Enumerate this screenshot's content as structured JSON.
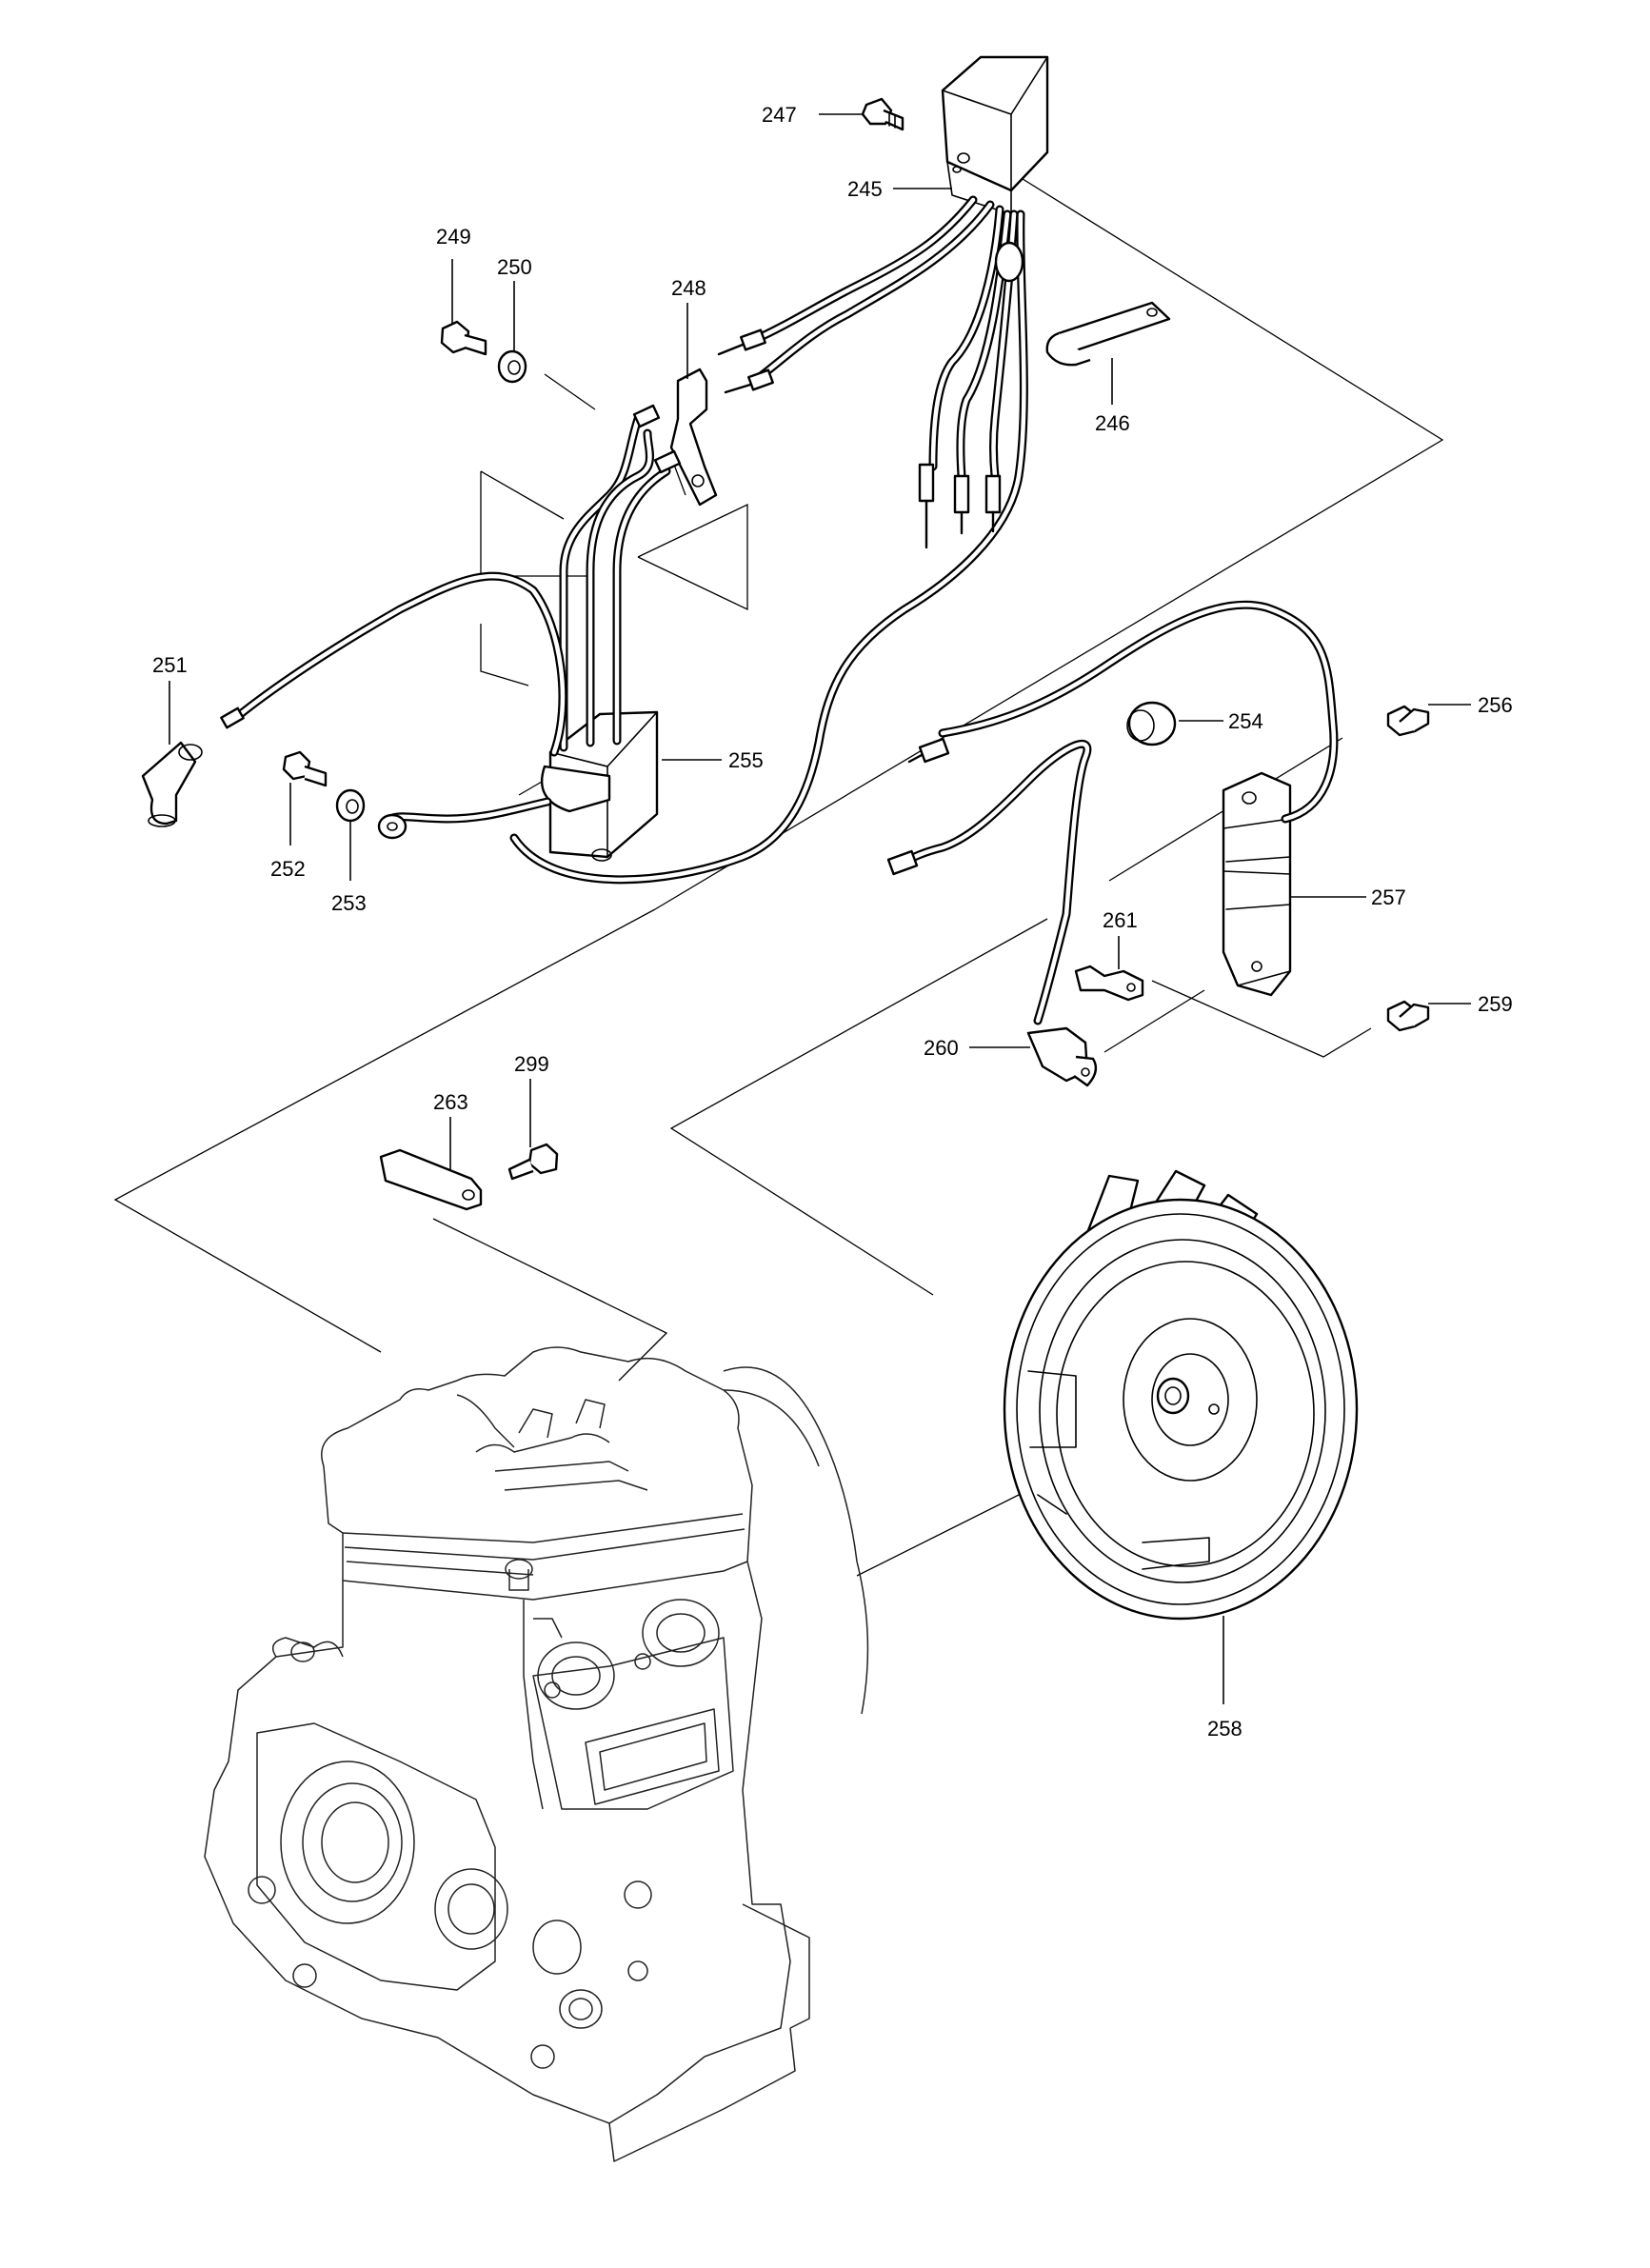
{
  "labels": {
    "p245": "245",
    "p246": "246",
    "p247": "247",
    "p248": "248",
    "p249": "249",
    "p250": "250",
    "p251": "251",
    "p252": "252",
    "p253": "253",
    "p254": "254",
    "p255": "255",
    "p256": "256",
    "p257": "257",
    "p258": "258",
    "p259": "259",
    "p260": "260",
    "p261": "261",
    "p263": "263",
    "p299": "299"
  }
}
